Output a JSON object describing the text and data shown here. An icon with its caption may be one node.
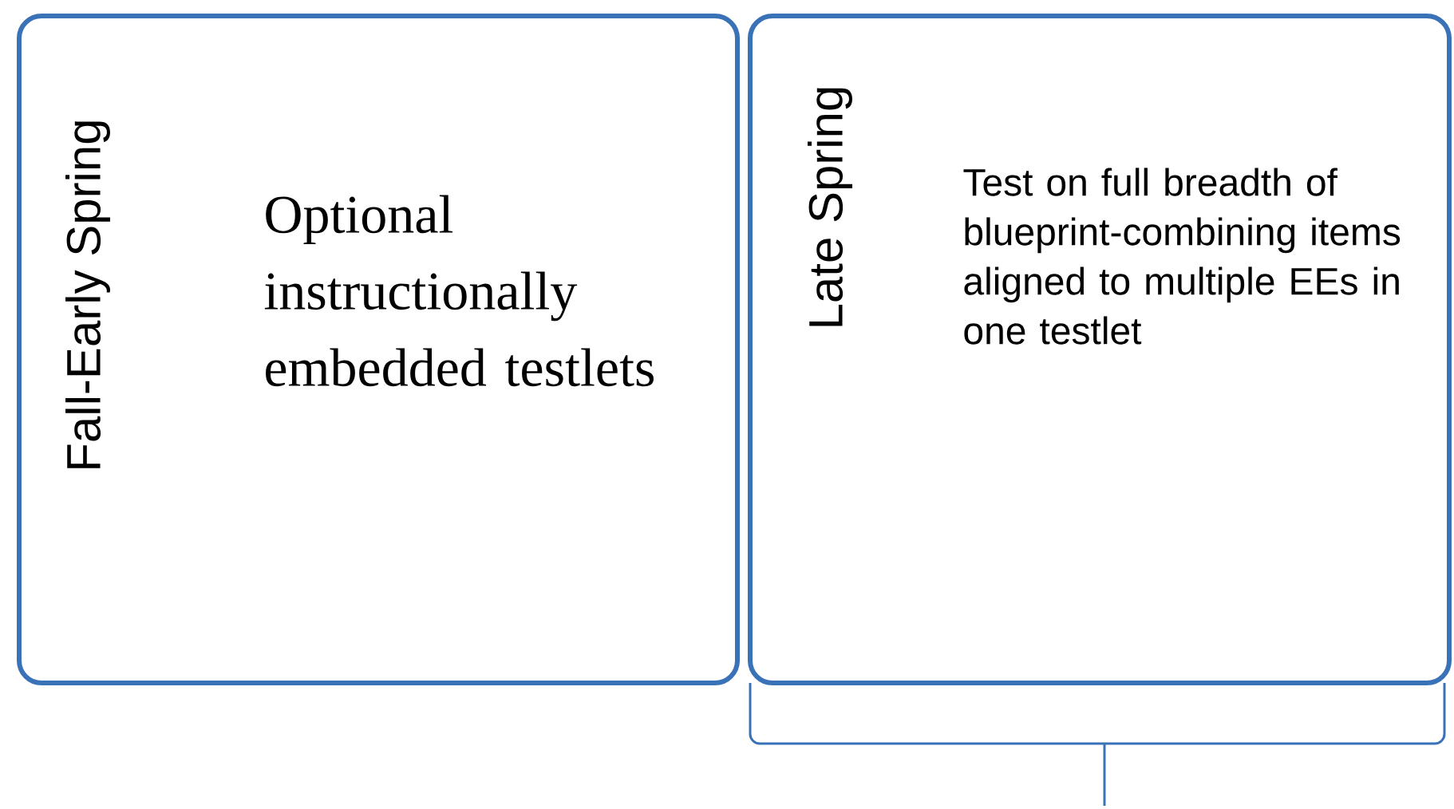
{
  "diagram": {
    "nodes": [
      {
        "text": [
          "Fall-Early Spring",
          "Optional instructionally embedded testlets"
        ]
      },
      {
        "text": [
          "Late Spring",
          "Test on full breadth of blueprint-combining items aligned to multiple EEs in one testlet"
        ]
      }
    ]
  }
}
